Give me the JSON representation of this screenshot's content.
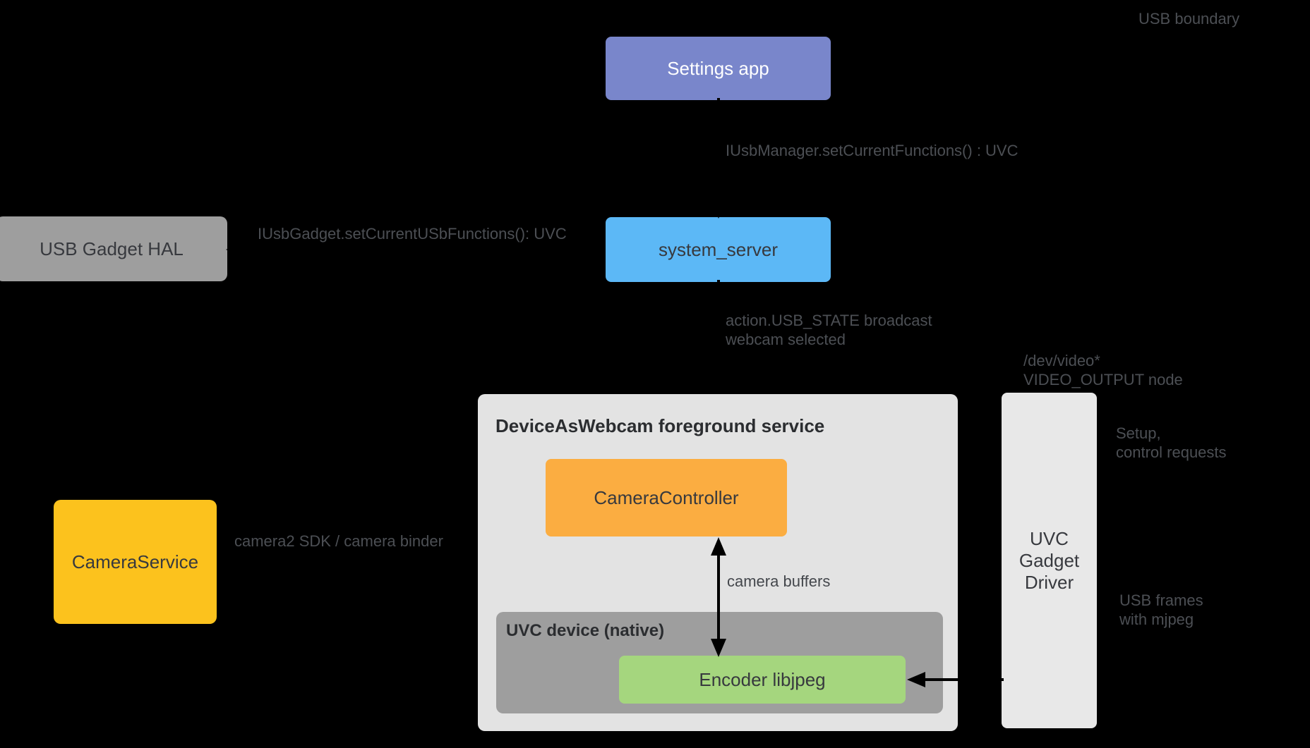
{
  "diagram": {
    "background_color": "#000000",
    "nodes": {
      "settings_app": {
        "label": "Settings app",
        "color": "#7986CB",
        "text_color": "#FFFFFF"
      },
      "system_server": {
        "label": "system_server",
        "color": "#5CB8F6",
        "text_color": "#37393E"
      },
      "usb_gadget_hal": {
        "label": "USB Gadget HAL",
        "color": "#9E9E9E",
        "text_color": "#37393E"
      },
      "camera_service": {
        "label": "CameraService",
        "color": "#FCC21D",
        "text_color": "#37393E"
      },
      "foreground_service": {
        "title": "DeviceAsWebcam foreground service",
        "color": "#E3E3E3"
      },
      "camera_controller": {
        "label": "CameraController",
        "color": "#FBAD41",
        "text_color": "#37393E"
      },
      "uvc_device": {
        "label": "UVC device (native)",
        "color": "#9E9E9E"
      },
      "encoder": {
        "label": "Encoder libjpeg",
        "color": "#A5D67E",
        "text_color": "#37393E"
      },
      "uvc_gadget_driver": {
        "line1": "UVC",
        "line2": "Gadget",
        "line3": "Driver",
        "color": "#E8E8E8",
        "text_color": "#37393E"
      }
    },
    "labels": {
      "usb_boundary": "USB boundary",
      "iusb_manager": "IUsbManager.setCurrentFunctions() : UVC",
      "iusb_gadget": "IUsbGadget.setCurrentUSbFunctions(): UVC",
      "action_usb_line1": "action.USB_STATE broadcast",
      "action_usb_line2": "webcam selected",
      "dev_video_line1": "/dev/video*",
      "dev_video_line2": "VIDEO_OUTPUT node",
      "setup_line1": "Setup,",
      "setup_line2": "control requests",
      "camera2_sdk": "camera2 SDK / camera binder",
      "camera_buffers": "camera buffers",
      "usb_frames_line1": "USB frames",
      "usb_frames_line2": "with mjpeg",
      "label_color": "#4C4F54",
      "arrow_color": "#000000"
    }
  }
}
